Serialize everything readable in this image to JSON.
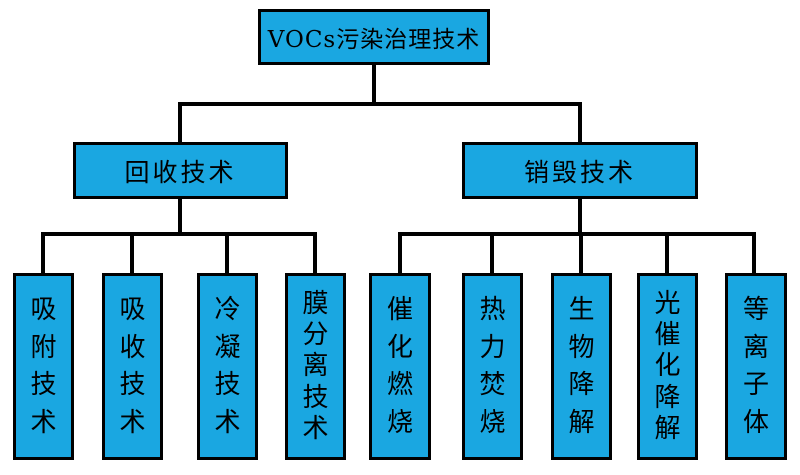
{
  "diagram": {
    "title": "VOCs pollution treatment technology tree",
    "root": {
      "label": "VOCs污染治理技术"
    },
    "branches": [
      {
        "label": "回收技术",
        "children": [
          "吸附技术",
          "吸收技术",
          "冷凝技术",
          "膜分离技术"
        ]
      },
      {
        "label": "销毁技术",
        "children": [
          "催化燃烧",
          "热力焚烧",
          "生物降解",
          "光催化降解",
          "等离子体"
        ]
      }
    ],
    "colors": {
      "box_fill": "#1AA7E1",
      "box_border": "#000000",
      "connector_line": "#000000",
      "text": "#000000",
      "background": "#FFFFFF"
    }
  }
}
